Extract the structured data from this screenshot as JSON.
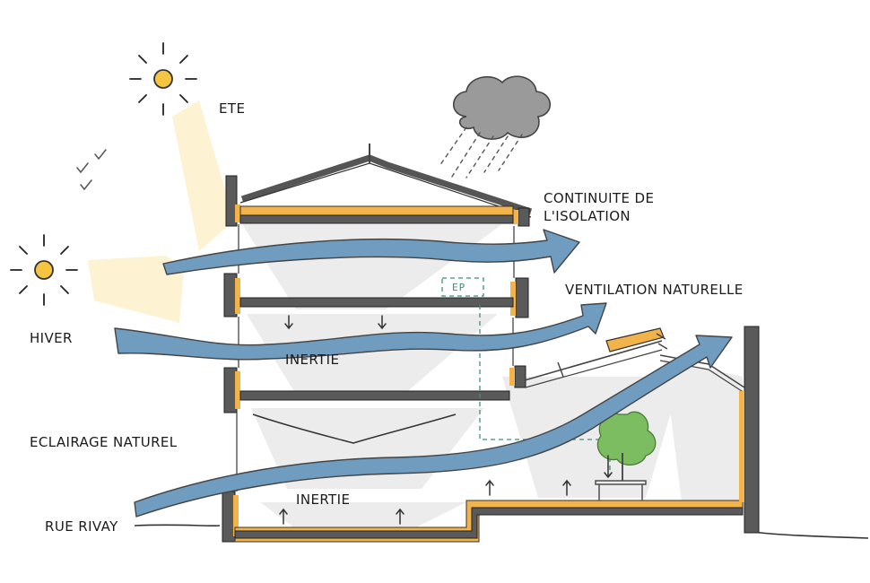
{
  "labels": {
    "ete": "ETE",
    "hiver": "HIVER",
    "continuite_line1": "CONTINUITE DE",
    "continuite_line2": "L'ISOLATION",
    "ventilation": "VENTILATION NATURELLE",
    "inertie_upper": "INERTIE",
    "inertie_lower": "INERTIE",
    "eclairage": "ECLAIRAGE NATUREL",
    "rue": "RUE RIVAY",
    "ep": "EP"
  },
  "colors": {
    "insulation": "#f2b34a",
    "structure": "#595959",
    "airflow": "#6f9cbf",
    "sunlight": "#fdf2d2",
    "sun": "#f5c542",
    "cloud": "#9a9a9a",
    "shadow": "#e4e4e4",
    "tree": "#7dbd62",
    "pipe": "#3f8f7c"
  }
}
